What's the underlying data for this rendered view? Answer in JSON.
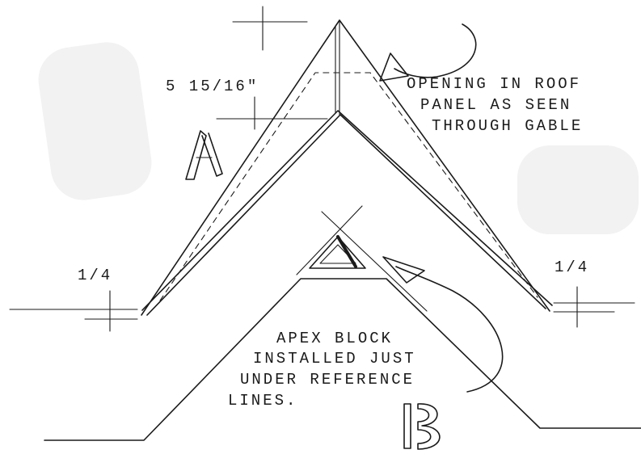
{
  "dimensions": {
    "panel_opening_height": "5 15/16\"",
    "left_offset": "1/4",
    "right_offset": "1/4"
  },
  "callouts": {
    "roof_opening": [
      "OPENING IN ROOF",
      "PANEL AS SEEN",
      "THROUGH GABLE"
    ],
    "apex_block": [
      "APEX BLOCK",
      "INSTALLED JUST",
      "UNDER REFERENCE",
      "LINES."
    ]
  },
  "part_labels": {
    "roof_panel": "A",
    "gable": "B"
  }
}
